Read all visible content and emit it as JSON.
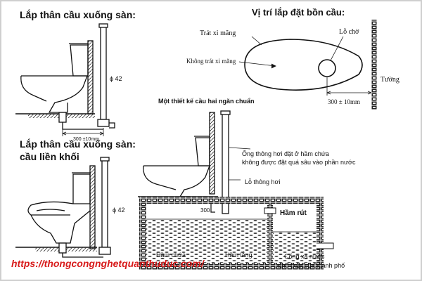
{
  "sections": {
    "floor_mount_title": "Lắp thân cầu xuống sàn:",
    "floor_mount_onepiece_title_1": "Lắp thân cầu xuống sàn:",
    "floor_mount_onepiece_title_2": "cầu liền khối",
    "install_position_title": "Vị trí lắp đặt bồn cầu:",
    "septic_design_title": "Một thiết kế cầu hai ngăn chuẩn"
  },
  "labels": {
    "dia_42_top": "ϕ 42",
    "dia_42_bottom": "ϕ 42",
    "dim_300_10_top": "300 ±10mm",
    "plaster_area": "Trát xi măng",
    "no_plaster_area": "Không trát xi măng",
    "drain_hole": "Lỗ chờ",
    "wall": "Tường",
    "dim_300_10_plan": "300 ± 10mm",
    "vent_pipe_note_1": "Ống thông hơi đặt ở hầm chứa",
    "vent_pipe_note_2": "không được đặt quá sâu vào phần nước",
    "vent_hole": "Lỗ thông hơi",
    "dim_300": "300",
    "suction_chamber": "Hầm rút",
    "storage_chamber": "Hầm chứa",
    "settling_chamber": "Hầm lắng",
    "drain_1": "Cống xả nước",
    "drain_2": "sinh hoạt của thành phố"
  },
  "watermark": "https://thongcongnghetquanthuduc.com/",
  "colors": {
    "ink": "#111111",
    "watermark": "#d81b1b",
    "border": "#cfcfcf"
  }
}
